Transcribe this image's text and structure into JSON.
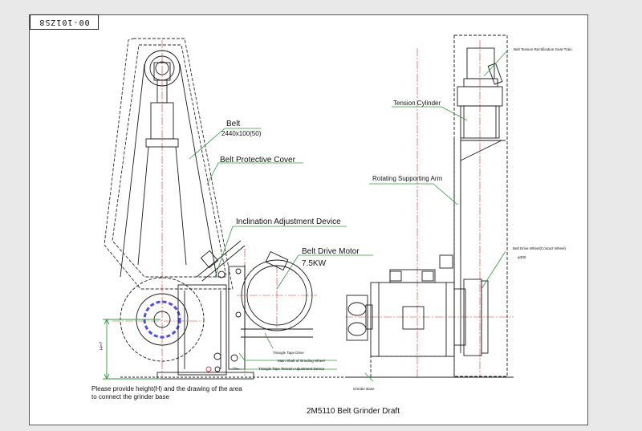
{
  "drawing_number": "00-101ZS8",
  "title": "2M5110 Belt Grinder Draft",
  "note": {
    "line1": "Please provide height(H) and the drawing of  the area",
    "line2": "to connect the grinder base"
  },
  "dimension_label": "H=?",
  "labels": {
    "belt": "Belt",
    "belt_size": "2440x100(50)",
    "belt_cover": "Belt Protective Cover",
    "inclination": "Inclination Adjustment Device",
    "motor": "Belt Drive Motor",
    "motor_power": "7.5KW",
    "tape_drive": "Triangle Tape Drive",
    "main_shaft": "Main Shaft of Grinding Wheel",
    "tension_adjust": "Triangle Tape Tension Adjustment Device",
    "gear_train": "Belt Tension Rectification Gear Train",
    "tension_cylinder": "Tension Cylinder",
    "supporting_arm": "Rotating Supporting Arm",
    "drive_wheel": "Belt Drive Wheel(Contact Wheel)",
    "drive_wheel_dia": "φ300",
    "grinder_base": "Grinder Base"
  },
  "colors": {
    "line": "#1a1a1a",
    "centerline": "#e23030",
    "dashed": "#2a2a2a",
    "leader": "#2e9a3e",
    "hatch": "#4a4aff"
  }
}
